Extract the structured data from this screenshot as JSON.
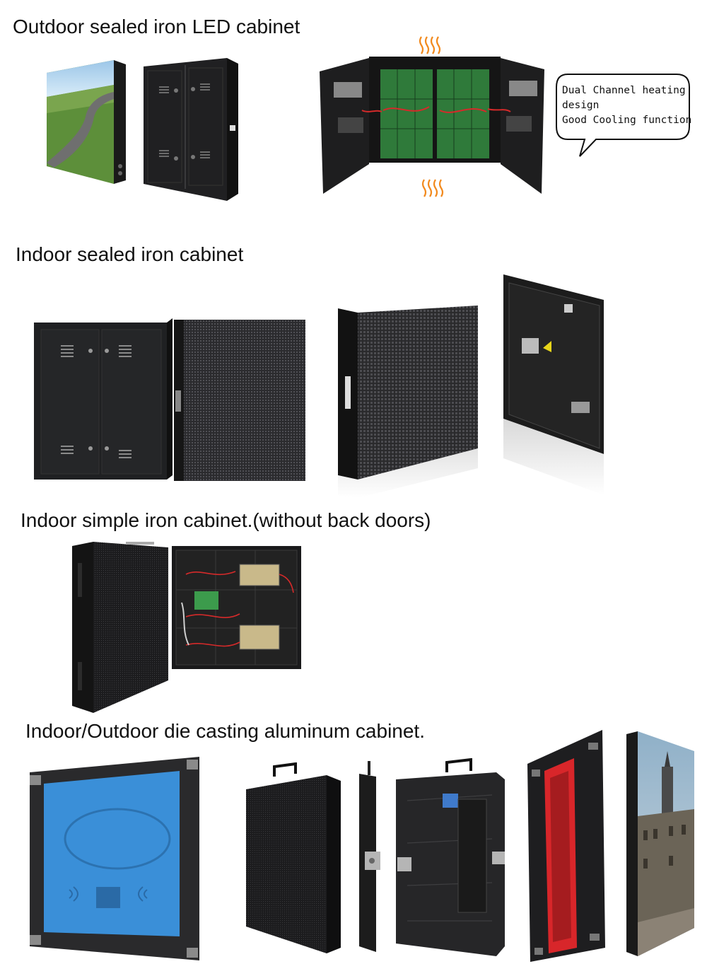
{
  "sections": [
    {
      "id": "outdoor-sealed",
      "title": "Outdoor sealed iron  LED cabinet"
    },
    {
      "id": "indoor-sealed",
      "title": "Indoor sealed iron cabinet"
    },
    {
      "id": "indoor-simple",
      "title": "Indoor simple iron cabinet.(without back doors)"
    },
    {
      "id": "die-casting",
      "title": "Indoor/Outdoor die casting aluminum cabinet."
    }
  ],
  "callout": {
    "line1": "Dual Channel heating",
    "line2": "design",
    "line3": "Good Cooling function"
  },
  "colors": {
    "cabinet_black": "#1c1c1e",
    "pcb_green": "#2f7a3a",
    "blue_back_cover": "#3a8fd8",
    "red_frame": "#d8262a",
    "heat_arrow_orange": "#f28a1e"
  }
}
